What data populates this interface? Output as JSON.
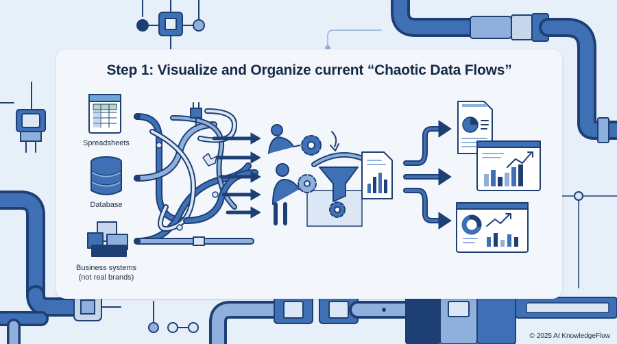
{
  "title": "Step 1: Visualize and Organize current “Chaotic Data Flows”",
  "sources": [
    {
      "label": "Spreadsheets"
    },
    {
      "label": "Database"
    },
    {
      "label": "Business systems\n(not real brands)"
    }
  ],
  "footer": {
    "copyright": "© 2025 AI KnowledgeFlow"
  },
  "colors": {
    "navy": "#1d3f73",
    "blue": "#3f6fb4",
    "light_blue": "#8fb0dc",
    "pale": "#dbe7f5",
    "background": "#e7eff9",
    "panel": "#f3f6fb"
  }
}
